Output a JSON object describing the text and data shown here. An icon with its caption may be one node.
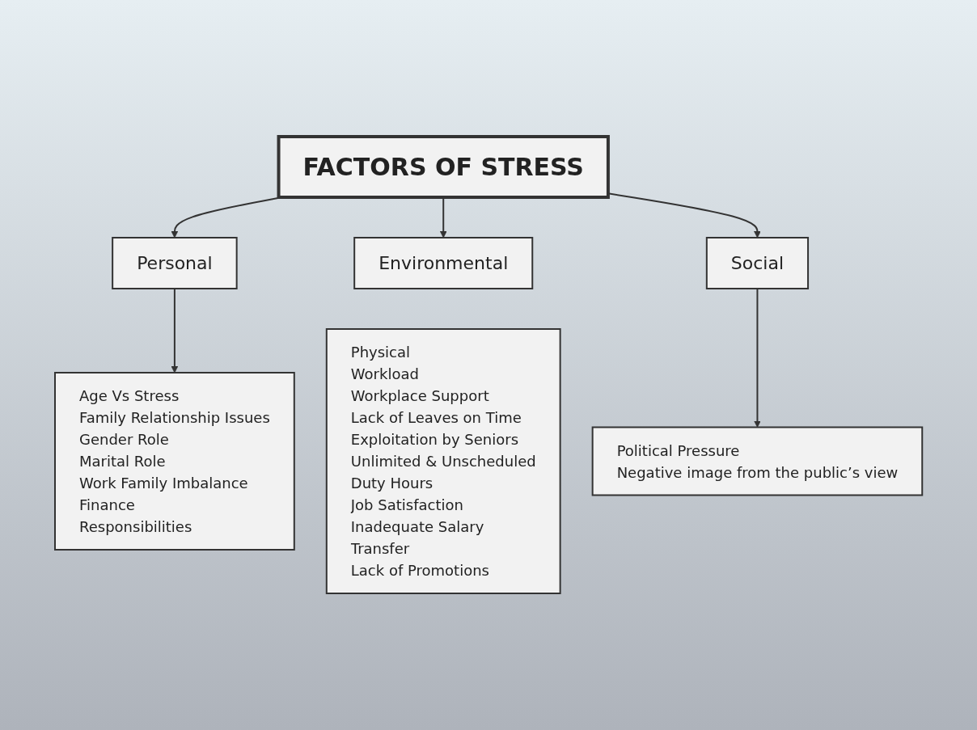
{
  "diagram": {
    "nodes": [
      {
        "text": [
          "FACTORS OF STRESS"
        ]
      },
      {
        "text": [
          "Personal"
        ]
      },
      {
        "text": [
          "Age Vs Stress",
          "Family Relationship Issues",
          "Gender Role",
          "Marital Role",
          "Work Family Imbalance",
          "Finance",
          "Responsibilities"
        ]
      },
      {
        "text": [
          "Environmental"
        ]
      },
      {
        "text": [
          "Physical",
          "Workload",
          "Workplace Support",
          "Lack of Leaves on Time",
          "Exploitation by Seniors",
          "Unlimited & Unscheduled",
          "Duty Hours",
          "Job Satisfaction",
          "Inadequate Salary",
          "Transfer",
          "Lack of Promotions"
        ]
      },
      {
        "text": [
          "Social"
        ]
      },
      {
        "text": [
          "Political Pressure",
          "Negative image from the public’s view"
        ]
      }
    ],
    "edges": [
      {
        "from": 0,
        "to": 1,
        "arrow": "to"
      },
      {
        "from": 0,
        "to": 3,
        "arrow": "to"
      },
      {
        "from": 0,
        "to": 5,
        "arrow": "to"
      },
      {
        "from": 1,
        "to": 2,
        "arrow": "to"
      },
      {
        "from": 5,
        "to": 6,
        "arrow": "to"
      }
    ]
  }
}
